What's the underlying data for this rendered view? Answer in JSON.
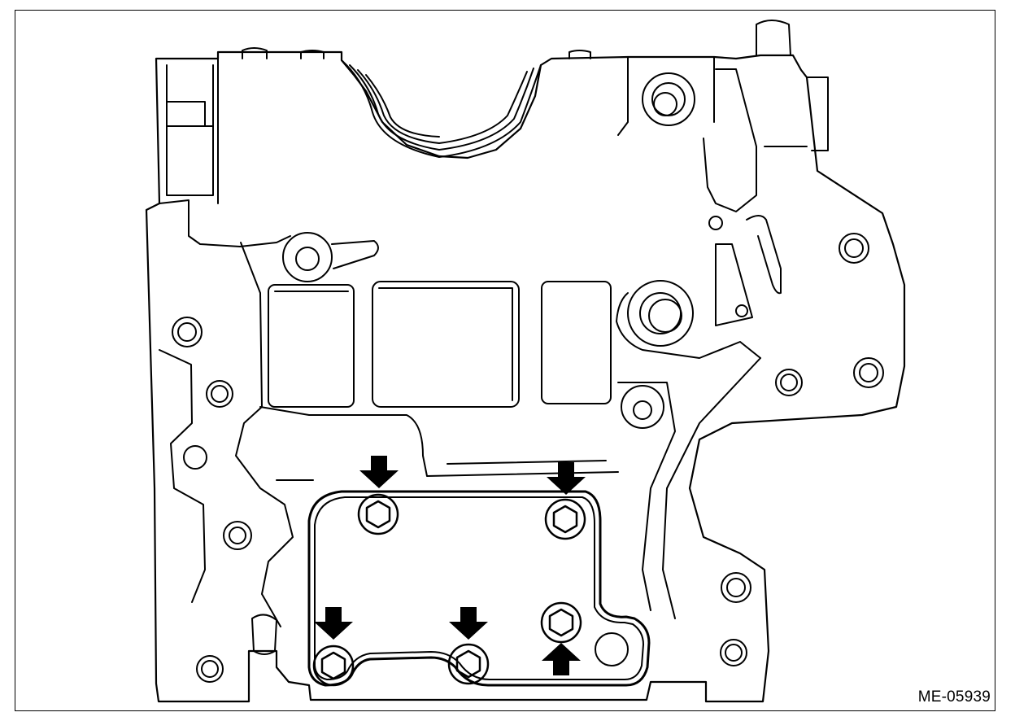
{
  "figure": {
    "id_label": "ME-05939",
    "line_color": "#000000",
    "fill_color": "#ffffff"
  },
  "callouts": [
    {
      "icon": "arrow-down-icon",
      "target": "bolt-1"
    },
    {
      "icon": "arrow-down-icon",
      "target": "bolt-2"
    },
    {
      "icon": "arrow-down-icon",
      "target": "bolt-3"
    },
    {
      "icon": "arrow-down-icon",
      "target": "bolt-4"
    },
    {
      "icon": "arrow-up-icon",
      "target": "bolt-5"
    }
  ]
}
